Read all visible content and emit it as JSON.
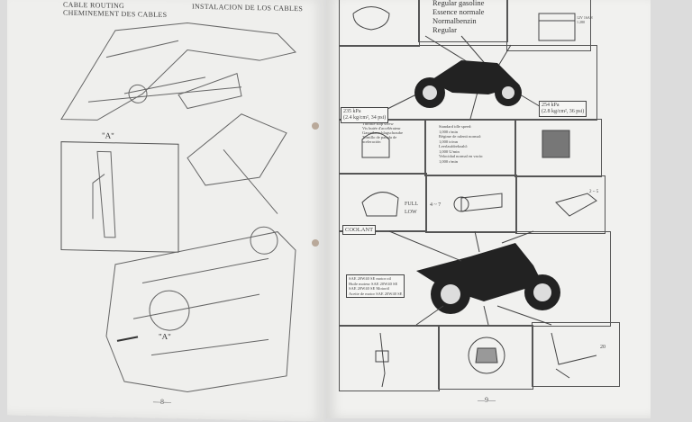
{
  "left_page": {
    "headers": [
      "CABLE ROUTING",
      "CHEMINEMENT DES CABLES",
      "INSTALACION DE LOS CABLES"
    ],
    "detail_label": "\"A\"",
    "arrow_label": "\"A\"",
    "page_number": "—8—"
  },
  "right_page": {
    "fuel": [
      "Regular gasoline",
      "Essence normale",
      "Normalbenzin",
      "Regular"
    ],
    "battery": [
      "12V 16AH",
      "1.280"
    ],
    "front_tire": [
      "235 kPa",
      "(2.4 kg/cm², 34 psi)"
    ],
    "rear_tire": [
      "254 kPa",
      "(2.8 kg/cm², 36 psi)"
    ],
    "throttle": [
      "Throttle stop screw",
      "Vis butée d'accélérateur",
      "Gasseilanschlagschraube",
      "Tornillo de parada de",
      "aceleración"
    ],
    "idle": [
      "Standard idle speed:",
      "1,000 r/min",
      "Régime de ralenti normal:",
      "1,000 tr/mn",
      "Leerlaufdrehzahl:",
      "1,000 U/min",
      "Velocidad normal en vacío:",
      "1,000 r/min"
    ],
    "coolant": {
      "full": "FULL",
      "low": "LOW",
      "label": "COOLANT"
    },
    "throttle_play": "4 ~ 7",
    "lever_play": "2 ~ 5",
    "oil": [
      "SAE 20W40 SE motor oil",
      "Huile moteur SAE 20W40 SE",
      "SAE 20W40 SE Motoröl",
      "Aceite de motor SAE 20W40 SE"
    ],
    "pedal_height": "20",
    "page_number": "—9—"
  }
}
